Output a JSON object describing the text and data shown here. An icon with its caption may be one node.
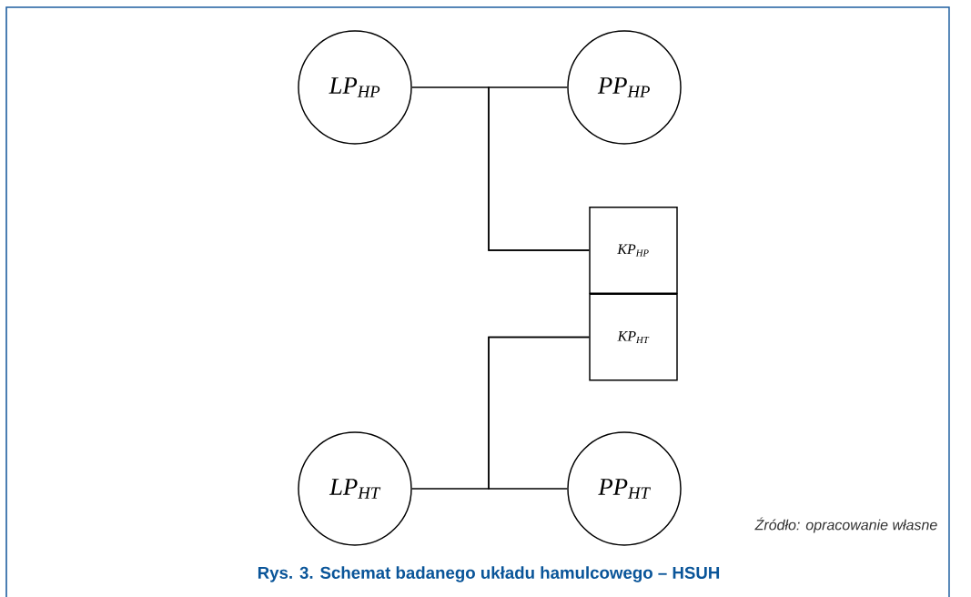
{
  "diagram": {
    "caption": "Rys. 3. Schemat badanego układu hamulcowego – HSUH",
    "nodes": [
      {
        "text": [
          "LP$_{HP}$"
        ]
      },
      {
        "text": [
          "PP$_{HP}$"
        ]
      },
      {
        "text": [
          "KP$_{HP}$"
        ]
      },
      {
        "text": [
          "KP$_{HT}$"
        ]
      },
      {
        "text": [
          "LP$_{HT}$"
        ]
      },
      {
        "text": [
          "PP$_{HT}$"
        ]
      }
    ],
    "edges": [
      {
        "from": 0,
        "to": 2,
        "arrow": "none"
      },
      {
        "from": 1,
        "to": 2,
        "arrow": "none"
      },
      {
        "from": 3,
        "to": 4,
        "arrow": "none"
      },
      {
        "from": 3,
        "to": 5,
        "arrow": "none"
      }
    ],
    "labels": [
      "Źródło: opracowanie własne"
    ]
  }
}
